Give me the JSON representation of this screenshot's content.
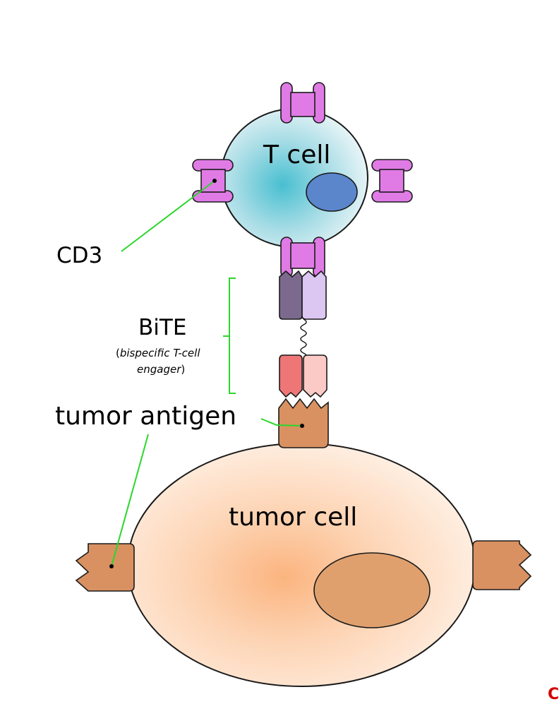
{
  "labels": {
    "t_cell": "T cell",
    "cd3": "CD3",
    "bite": "BiTE",
    "bite_paren_open": "(",
    "bite_desc_line1": "bispecific T-cell",
    "bite_desc_line2": "engager",
    "bite_paren_close": ")",
    "tumor_antigen": "tumor antigen",
    "tumor_cell": "tumor cell"
  },
  "corner_mark": "C",
  "colors": {
    "t_cell_fill": "#bfe3ea",
    "t_cell_center": "#48bfd0",
    "t_nucleus": "#5b86cc",
    "cd3_receptor": "#e07be6",
    "tumor_cell_fill": "#fde0c8",
    "tumor_cell_center": "#fbb47f",
    "tumor_nucleus": "#e0a06d",
    "tumor_antigen": "#d99161",
    "bite_anti_cd3_dark": "#7c6a8e",
    "bite_anti_cd3_light": "#dcc6f2",
    "bite_anti_tumor_dark": "#ee7677",
    "bite_anti_tumor_light": "#fbcac7",
    "leader_lines": "#2bd62b",
    "corner_mark": "#d40000"
  }
}
